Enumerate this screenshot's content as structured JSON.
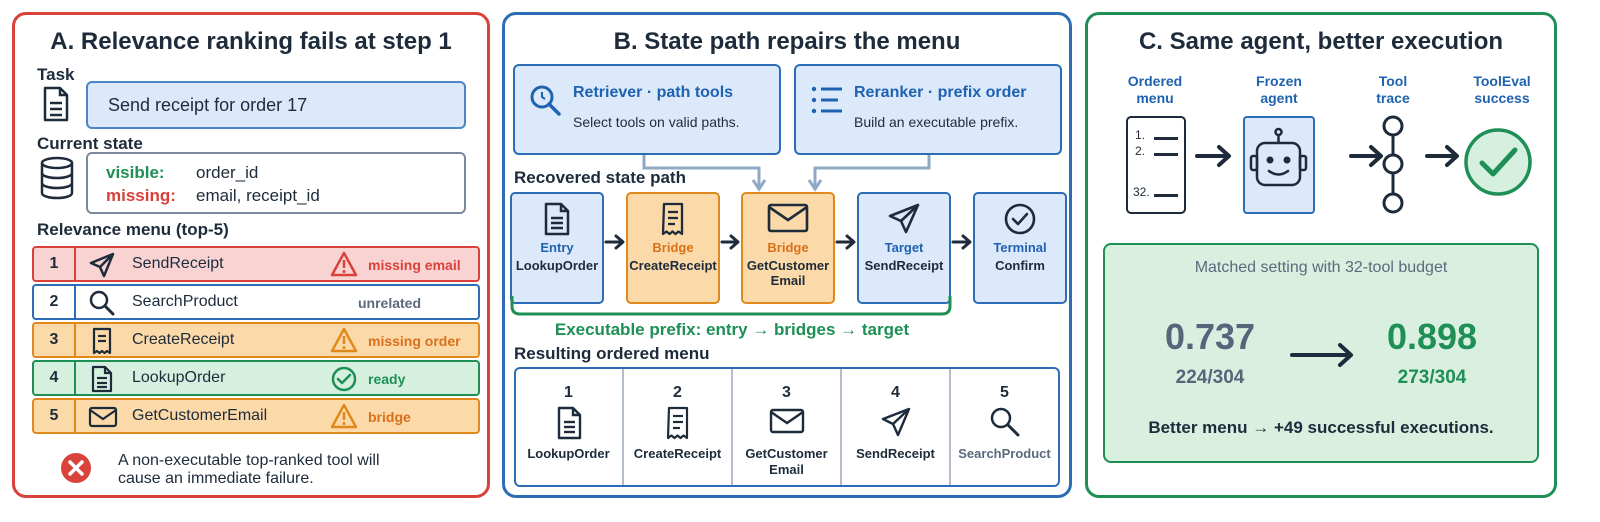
{
  "panel_a": {
    "title": "A. Relevance ranking fails at step 1",
    "task_label": "Task",
    "task_text": "Send receipt for order 17",
    "state_label": "Current state",
    "visible_key": "visible:",
    "visible_val": "order_id",
    "missing_key": "missing:",
    "missing_val": "email, receipt_id",
    "menu_label": "Relevance menu (top-5)",
    "rows": [
      {
        "num": "1",
        "name": "SendReceipt",
        "status": "missing email",
        "icon": "send-icon",
        "status_icon": "warning-icon"
      },
      {
        "num": "2",
        "name": "SearchProduct",
        "status": "unrelated",
        "icon": "search-icon",
        "status_icon": ""
      },
      {
        "num": "3",
        "name": "CreateReceipt",
        "status": "missing order",
        "icon": "receipt-icon",
        "status_icon": "warning-icon"
      },
      {
        "num": "4",
        "name": "LookupOrder",
        "status": "ready",
        "icon": "document-icon",
        "status_icon": "check-circle-icon"
      },
      {
        "num": "5",
        "name": "GetCustomerEmail",
        "status": "bridge",
        "icon": "mail-icon",
        "status_icon": "warning-icon"
      }
    ],
    "failure_line1": "A non-executable top-ranked tool will",
    "failure_line2": "cause an immediate failure."
  },
  "panel_b": {
    "title": "B. State path repairs the menu",
    "retriever_title": "Retriever · path tools",
    "retriever_desc": "Select tools on valid paths.",
    "reranker_title": "Reranker · prefix order",
    "reranker_desc": "Build an executable prefix.",
    "path_label": "Recovered state path",
    "nodes": [
      {
        "role": "Entry",
        "name1": "LookupOrder",
        "name2": "",
        "icon": "document-icon"
      },
      {
        "role": "Bridge",
        "name1": "CreateReceipt",
        "name2": "",
        "icon": "receipt-icon"
      },
      {
        "role": "Bridge",
        "name1": "GetCustomer",
        "name2": "Email",
        "icon": "mail-icon"
      },
      {
        "role": "Target",
        "name1": "SendReceipt",
        "name2": "",
        "icon": "send-icon"
      },
      {
        "role": "Terminal",
        "name1": "Confirm",
        "name2": "",
        "icon": "check-circle-icon"
      }
    ],
    "prefix_caption": "Executable prefix: entry → bridges → target",
    "menu_label": "Resulting ordered menu",
    "menu": [
      {
        "num": "1",
        "name1": "LookupOrder",
        "name2": "",
        "icon": "document-icon"
      },
      {
        "num": "2",
        "name1": "CreateReceipt",
        "name2": "",
        "icon": "receipt-icon"
      },
      {
        "num": "3",
        "name1": "GetCustomer",
        "name2": "Email",
        "icon": "mail-icon"
      },
      {
        "num": "4",
        "name1": "SendReceipt",
        "name2": "",
        "icon": "send-icon"
      },
      {
        "num": "5",
        "name1": "SearchProduct",
        "name2": "",
        "icon": "search-icon"
      }
    ]
  },
  "panel_c": {
    "title": "C. Same agent, better execution",
    "labels": [
      {
        "l1": "Ordered",
        "l2": "menu"
      },
      {
        "l1": "Frozen",
        "l2": "agent"
      },
      {
        "l1": "Tool",
        "l2": "trace"
      },
      {
        "l1": "ToolEval",
        "l2": "success"
      }
    ],
    "menu_items": [
      "1.",
      "2.",
      "32."
    ],
    "setting": "Matched setting with 32-tool budget",
    "before_score": "0.737",
    "before_count": "224/304",
    "after_score": "0.898",
    "after_count": "273/304",
    "summary": "Better menu → +49 successful executions."
  },
  "colors": {
    "red": "#d9413b",
    "blue": "#2d6db5",
    "green": "#1e8f55",
    "orange": "#e08a1e",
    "navy": "#1d2b3a"
  }
}
